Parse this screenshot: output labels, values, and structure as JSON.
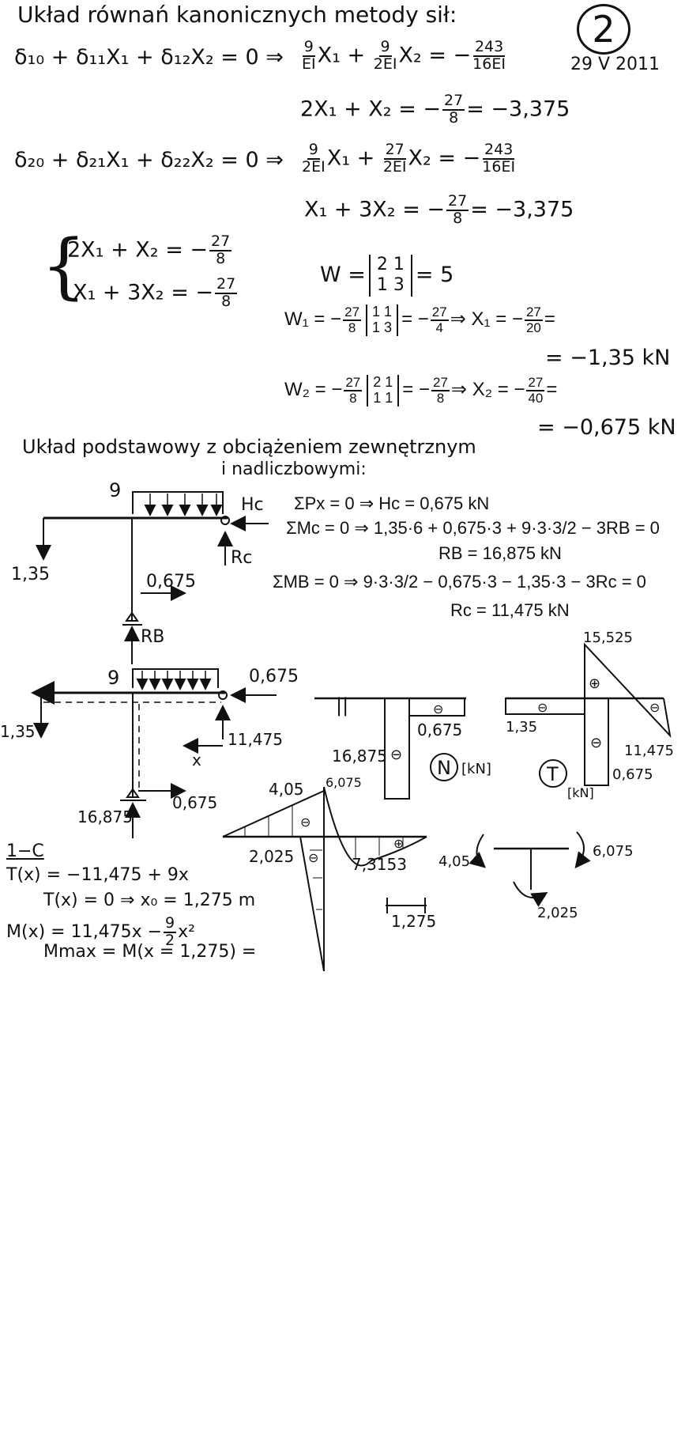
{
  "header": {
    "title": "Układ równań kanonicznych metody sił:",
    "page_number": "2",
    "date": "29 V 2011"
  },
  "equations": {
    "eq1_left": "δ₁₀ + δ₁₁X₁ + δ₁₂X₂ = 0  ⇒",
    "eq1_right": {
      "f1_num": "9",
      "f1_den": "EI",
      "t1": "X₁ +",
      "f2_num": "9",
      "f2_den": "2EI",
      "t2": "X₂ = −",
      "f3_num": "243",
      "f3_den": "16EI"
    },
    "eq1_simplified": {
      "lhs": "2X₁ + X₂ = −",
      "f_num": "27",
      "f_den": "8",
      "rhs": "= −3,375"
    },
    "eq2_left": "δ₂₀ + δ₂₁X₁ + δ₂₂X₂ = 0  ⇒",
    "eq2_right": {
      "f1_num": "9",
      "f1_den": "2EI",
      "t1": "X₁ +",
      "f2_num": "27",
      "f2_den": "2EI",
      "t2": "X₂ = −",
      "f3_num": "243",
      "f3_den": "16EI"
    },
    "eq2_simplified": {
      "lhs": "X₁ + 3X₂ = −",
      "f_num": "27",
      "f_den": "8",
      "rhs": "= −3,375"
    }
  },
  "system": {
    "row1": "2X₁ + X₂ = −",
    "row1_num": "27",
    "row1_den": "8",
    "row2": "X₁ + 3X₂ = −",
    "row2_num": "27",
    "row2_den": "8"
  },
  "determinants": {
    "W": {
      "label": "W =",
      "r1": "2   1",
      "r2": "1   3",
      "result": "= 5"
    },
    "W1": {
      "label": "W₁ = −",
      "num": "27",
      "den": "8",
      "r1": "1   1",
      "r2": "1   3",
      "mid": "= −",
      "mnum": "27",
      "mden": "4",
      "x": "⇒ X₁ = −",
      "xnum": "27",
      "xden": "20",
      "eq": "=",
      "result": "= −1,35 kN"
    },
    "W2": {
      "label": "W₂ = −",
      "num": "27",
      "den": "8",
      "r1": "2   1",
      "r2": "1   1",
      "mid": "= −",
      "mnum": "27",
      "mden": "8",
      "x": "⇒ X₂ = −",
      "xnum": "27",
      "xden": "40",
      "eq": "=",
      "result": "= −0,675 kN"
    }
  },
  "section2": {
    "heading_line1": "Układ podstawowy z obciążeniem zewnętrznym",
    "heading_line2": "i nadliczbowymi:"
  },
  "diagram1": {
    "load": "9",
    "hc": "Hc",
    "rc": "Rc",
    "force_left": "1,35",
    "force_bottom": "0,675",
    "rb": "RB"
  },
  "reactions": {
    "sum_px": "ΣPx = 0 ⇒ Hc = 0,675 kN",
    "sum_mc": "ΣMc = 0 ⇒ 1,35·6 + 0,675·3 + 9·3·3/2 − 3RB = 0",
    "rb": "RB = 16,875 kN",
    "sum_mb": "ΣMB = 0 ⇒ 9·3·3/2 − 0,675·3 − 1,35·3 − 3Rc = 0",
    "rc": "Rc = 11,475 kN"
  },
  "diagram2": {
    "load": "9",
    "force_right": "0,675",
    "force_left": "1,35",
    "rc": "11,475",
    "x_label": "x",
    "force_bottom": "0,675",
    "rb": "16,875"
  },
  "n_diagram": {
    "left_mark": "||",
    "value_beam": "0,675",
    "value_column": "16,875",
    "sign_beam": "⊖",
    "sign_column": "⊖",
    "label": "N",
    "unit": "[kN]"
  },
  "t_diagram": {
    "value_top": "15,525",
    "value_left": "1,35",
    "value_right": "11,475",
    "value_column": "0,675",
    "sign_left": "⊖",
    "sign_top": "⊕",
    "sign_right": "⊖",
    "sign_column": "⊖",
    "label": "T",
    "unit": "[kN]"
  },
  "m_diagram": {
    "value_left_peak": "4,05",
    "value_column_top": "6,075",
    "value_column": "2,025",
    "value_parabola": "7,3153",
    "dimension": "1,275",
    "sign_left": "⊖",
    "sign_column": "⊖",
    "sign_right": "⊕"
  },
  "node_check": {
    "left": "4,05",
    "right": "6,075",
    "bottom": "2,025"
  },
  "calc": {
    "segment": "1−C",
    "t_eq": "T(x) = −11,475 + 9x",
    "t_zero": "T(x) = 0 ⇒ x₀ = 1,275 m",
    "m_eq_lhs": "M(x) = 11,475x −",
    "m_num": "9",
    "m_den": "2",
    "m_eq_rhs": "x²",
    "mmax": "Mmax = M(x = 1,275) ="
  }
}
